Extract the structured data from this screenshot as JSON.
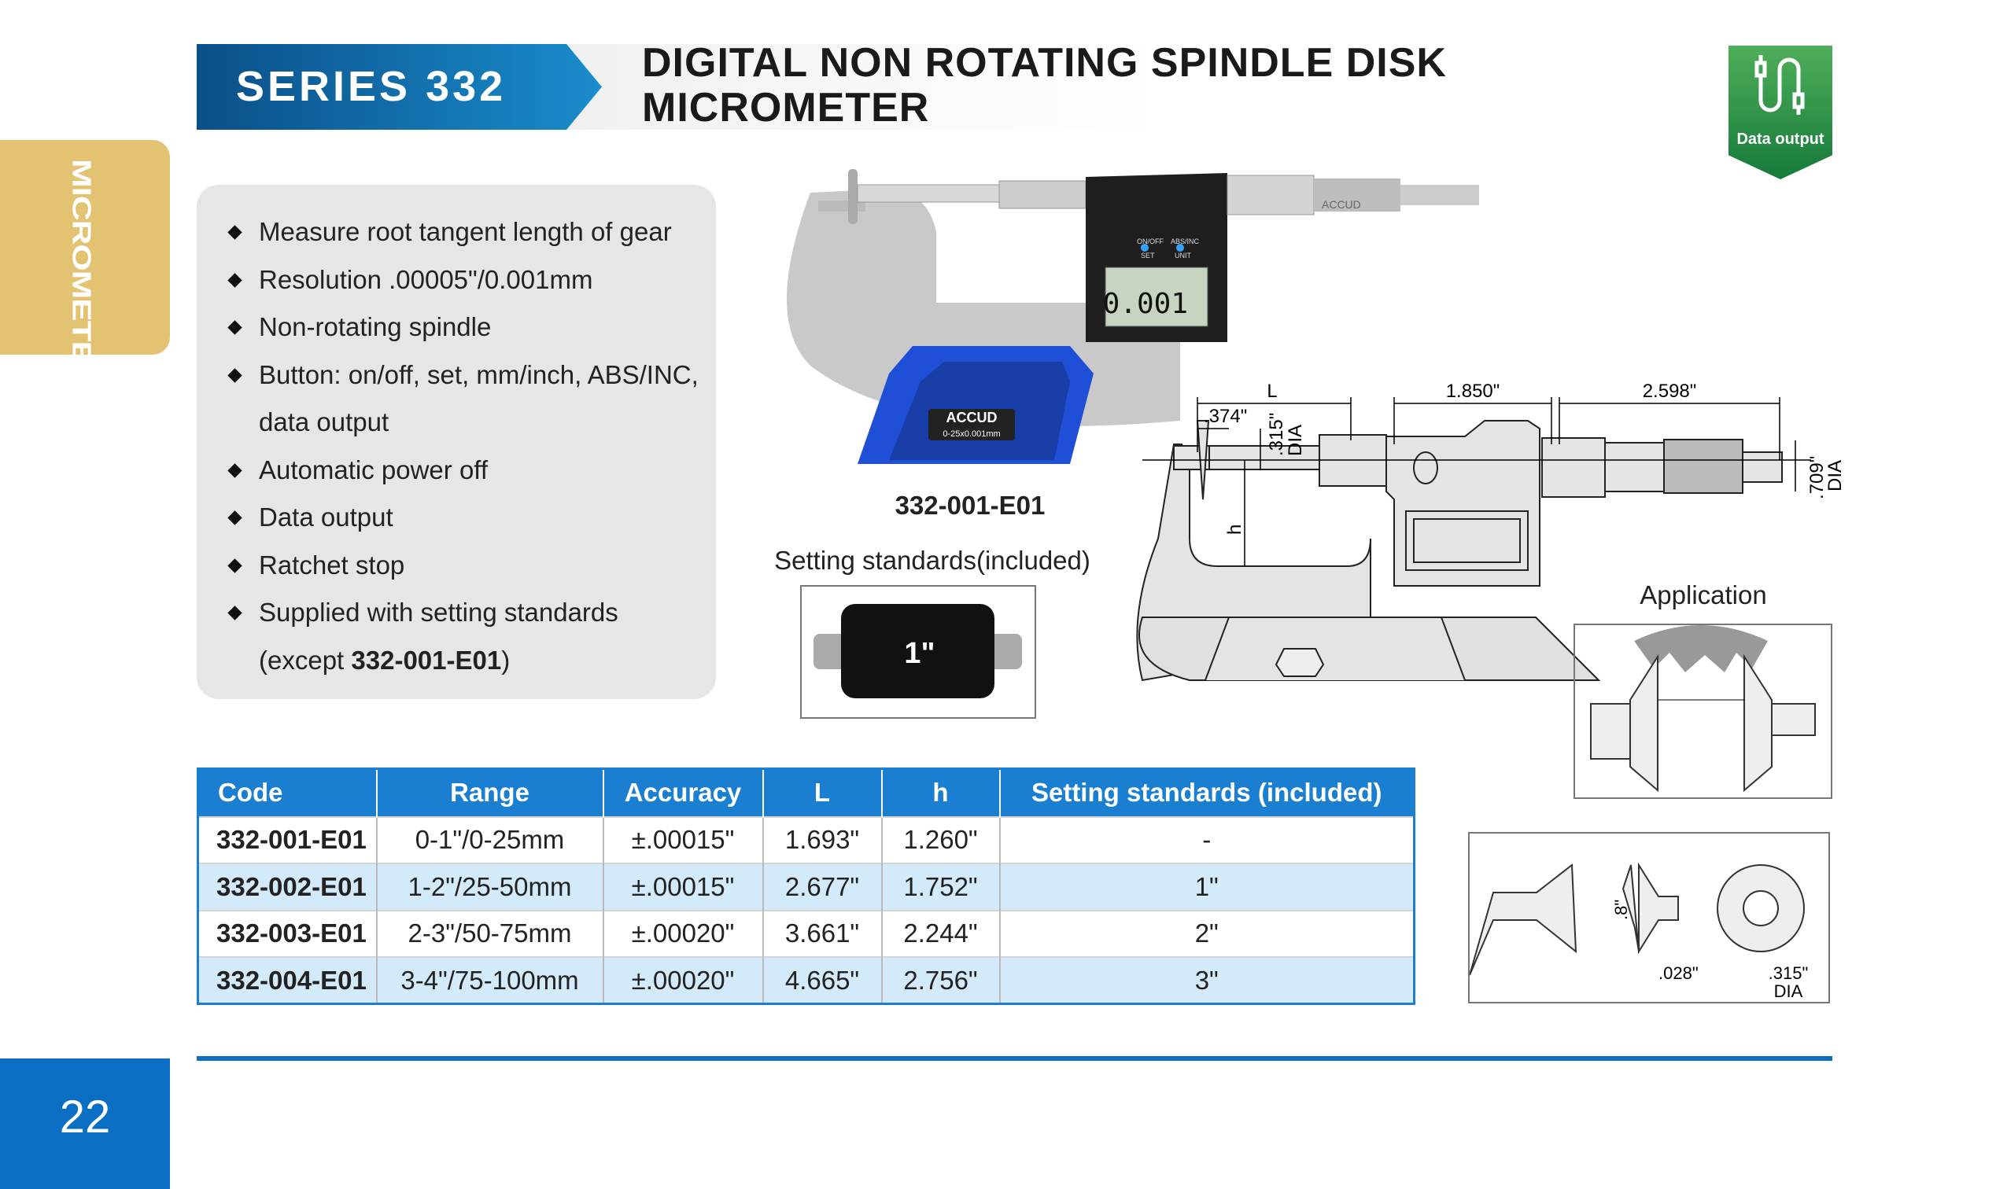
{
  "header": {
    "series": "SERIES 332",
    "title_line1": "DIGITAL NON ROTATING SPINDLE DISK",
    "title_line2": "MICROMETER",
    "badge": "Data output"
  },
  "side_tab": "MICROMETER",
  "features": [
    "Measure root tangent length of gear",
    "Resolution .00005\"/0.001mm",
    "Non-rotating spindle",
    "Button: on/off, set, mm/inch, ABS/INC,",
    "data output",
    "Automatic power off",
    "Data output",
    "Ratchet stop",
    "Supplied with setting standards"
  ],
  "feature_except": {
    "prefix": "(except ",
    "code": "332-001-E01",
    "suffix": ")"
  },
  "photo": {
    "caption": "332-001-E01",
    "brand": "ACCUD",
    "range_label": "0-25x0.001mm",
    "display": "0.001",
    "buttons": [
      "ON/OFF",
      "ABS/INC",
      "SET",
      "UNIT"
    ]
  },
  "standards": {
    "caption": "Setting standards(included)",
    "size_label": "1\""
  },
  "drawing": {
    "L": "L",
    "d374": ".374\"",
    "d315": ".315\"",
    "dia": "DIA",
    "d1850": "1.850\"",
    "d2598": "2.598\"",
    "d709": ".709\"",
    "h": "h"
  },
  "application": {
    "label": "Application"
  },
  "detail": {
    "d8": ".8\"",
    "d028": ".028\"",
    "d315": ".315\"",
    "dia": "DIA"
  },
  "table": {
    "headers": [
      "Code",
      "Range",
      "Accuracy",
      "L",
      "h",
      "Setting standards (included)"
    ],
    "rows": [
      [
        "332-001-E01",
        "0-1\"/0-25mm",
        "±.00015\"",
        "1.693\"",
        "1.260\"",
        "-"
      ],
      [
        "332-002-E01",
        "1-2\"/25-50mm",
        "±.00015\"",
        "2.677\"",
        "1.752\"",
        "1\""
      ],
      [
        "332-003-E01",
        "2-3\"/50-75mm",
        "±.00020\"",
        "3.661\"",
        "2.244\"",
        "2\""
      ],
      [
        "332-004-E01",
        "3-4\"/75-100mm",
        "±.00020\"",
        "4.665\"",
        "2.756\"",
        "3\""
      ]
    ]
  },
  "page_number": "22",
  "colors": {
    "blue": "#1a7fd0",
    "gold": "#e3c272",
    "green": "#2f9447"
  }
}
